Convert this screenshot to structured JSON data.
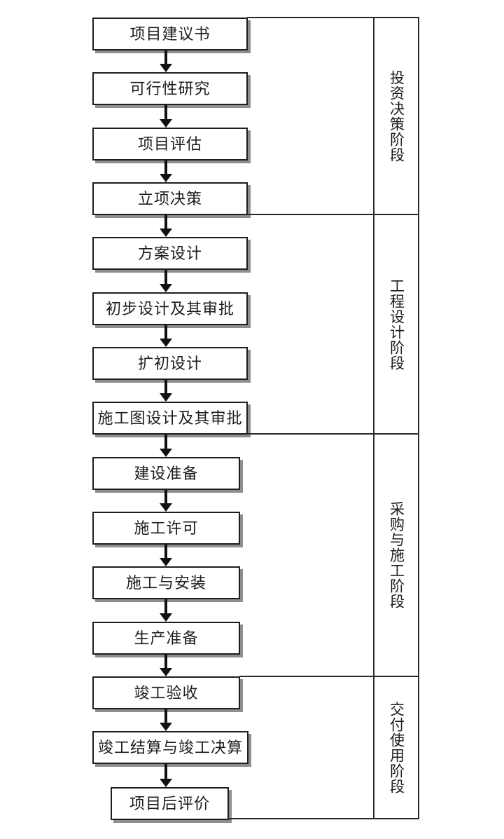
{
  "flow": {
    "boxes": [
      {
        "id": "project-proposal",
        "label": "项目建议书"
      },
      {
        "id": "feasibility-study",
        "label": "可行性研究"
      },
      {
        "id": "project-evaluation",
        "label": "项目评估"
      },
      {
        "id": "project-approval-decision",
        "label": "立项决策"
      },
      {
        "id": "scheme-design",
        "label": "方案设计"
      },
      {
        "id": "preliminary-design-and-approval",
        "label": "初步设计及其审批"
      },
      {
        "id": "expanded-preliminary-design",
        "label": "扩初设计"
      },
      {
        "id": "construction-drawing-design-and-approval",
        "label": "施工图设计及其审批"
      },
      {
        "id": "construction-preparation",
        "label": "建设准备"
      },
      {
        "id": "construction-permit",
        "label": "施工许可"
      },
      {
        "id": "construction-and-installation",
        "label": "施工与安装"
      },
      {
        "id": "production-preparation",
        "label": "生产准备"
      },
      {
        "id": "completion-acceptance",
        "label": "竣工验收"
      },
      {
        "id": "completion-settlement-and-final-accounts",
        "label": "竣工结算与竣工决算"
      },
      {
        "id": "post-project-evaluation",
        "label": "项目后评价"
      }
    ],
    "connection_style": "sequential vertical arrows, top to bottom"
  },
  "phases": [
    {
      "id": "investment-decision-phase",
      "label": "投资决策阶段",
      "box_range": [
        0,
        3
      ]
    },
    {
      "id": "engineering-design-phase",
      "label": "工程设计阶段",
      "box_range": [
        4,
        7
      ]
    },
    {
      "id": "procurement-and-construction-phase",
      "label": "采购与施工阶段",
      "box_range": [
        8,
        11
      ]
    },
    {
      "id": "delivery-and-use-phase",
      "label": "交付使用阶段",
      "box_range": [
        12,
        14
      ]
    }
  ],
  "colors": {
    "background": "#ffffff",
    "box_border": "#1e1e1e",
    "box_shadow": "#8e8e8e",
    "line": "#2a2a2a",
    "arrow": "#111111",
    "text": "#1c1c1c"
  }
}
